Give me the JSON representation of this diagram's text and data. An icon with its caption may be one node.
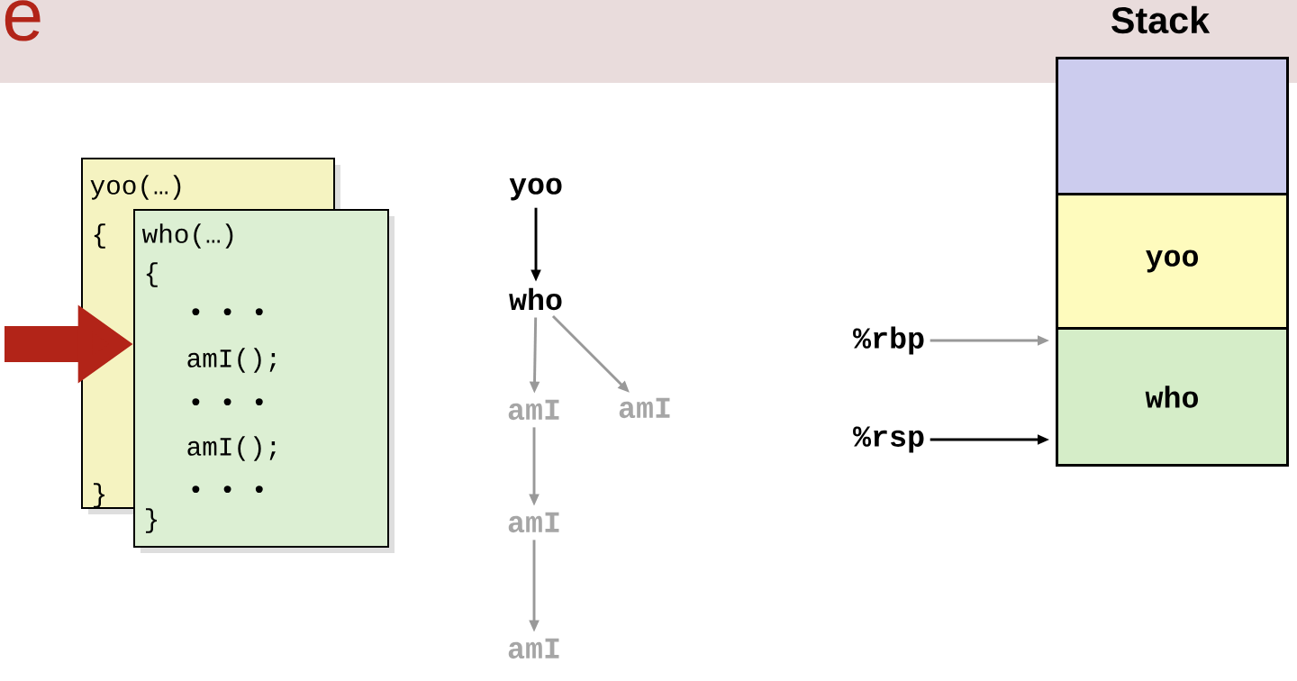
{
  "diagram": {
    "title": "e",
    "nodes": [
      {
        "text": [
          "yoo(…)",
          "{",
          "}"
        ]
      },
      {
        "text": [
          "who(…)",
          "{",
          "• • •",
          "amI();",
          "• • •",
          "amI();",
          "• • •",
          "}"
        ]
      },
      {
        "text": [
          "yoo"
        ]
      },
      {
        "text": [
          "who"
        ]
      },
      {
        "text": [
          "amI"
        ]
      },
      {
        "text": [
          "amI"
        ]
      },
      {
        "text": [
          "amI"
        ]
      },
      {
        "text": [
          "amI"
        ]
      },
      {
        "text": [
          "Stack"
        ]
      },
      {
        "text": [],
        "shape": "box",
        "in": 8
      },
      {
        "text": [
          "yoo"
        ],
        "in": 8
      },
      {
        "text": [
          "who"
        ],
        "in": 8
      },
      {
        "text": [
          "%rbp"
        ]
      },
      {
        "text": [
          "%rsp"
        ]
      }
    ],
    "edges": [
      {
        "from": null,
        "to": 1,
        "arrow": "to",
        "style": "thick",
        "color": "#b22418"
      },
      {
        "from": 2,
        "to": 3,
        "arrow": "to",
        "color": "#000000"
      },
      {
        "from": 3,
        "to": 4,
        "arrow": "to"
      },
      {
        "from": 3,
        "to": 5,
        "arrow": "to"
      },
      {
        "from": 4,
        "to": 6,
        "arrow": "to"
      },
      {
        "from": 6,
        "to": 7,
        "arrow": "to"
      },
      {
        "from": 12,
        "to": 11,
        "arrow": "to"
      },
      {
        "from": 13,
        "to": 11,
        "arrow": "to",
        "color": "#000000"
      }
    ]
  }
}
